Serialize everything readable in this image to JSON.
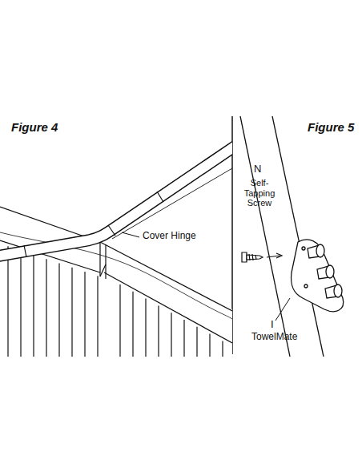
{
  "diagram": {
    "labels": [
      "Figure 4",
      "Cover Hinge",
      "Figure 5",
      "N",
      "Self- Tapping Screw",
      "I",
      "TowelMate"
    ]
  }
}
